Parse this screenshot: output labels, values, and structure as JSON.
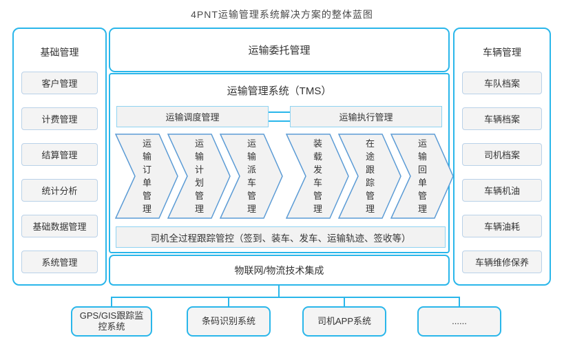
{
  "title": "4PNT运输管理系统解决方案的整体蓝图",
  "colors": {
    "accent": "#29b6ea",
    "chevron_border": "#5b9bd5",
    "box_fill": "#f2f2f2",
    "item_border": "#b9d1e8",
    "light_cyan_border": "#8ed3f2",
    "text": "#333333"
  },
  "left_panel": {
    "heading": "基础管理",
    "items": [
      "客户管理",
      "计费管理",
      "结算管理",
      "统计分析",
      "基础数据管理",
      "系统管理"
    ]
  },
  "right_panel": {
    "heading": "车辆管理",
    "items": [
      "车队档案",
      "车辆档案",
      "司机档案",
      "车辆机油",
      "车辆油耗",
      "车辆维修保养"
    ]
  },
  "center": {
    "commission": "运输委托管理",
    "tms_title": "运输管理系统（TMS）",
    "dispatch": "运输调度管理",
    "execution": "运输执行管理",
    "chevrons": [
      "运输订单管理",
      "运输计划管理",
      "运输派车管理",
      "装载发车管理",
      "在途跟踪管理",
      "运输回单管理"
    ],
    "driver_tracking": "司机全过程跟踪管控（签到、装车、发车、运输轨迹、签收等）",
    "iot": "物联网/物流技术集成"
  },
  "bottom_systems": [
    "GPS/GIS跟踪监控系统",
    "条码识别系统",
    "司机APP系统",
    "......"
  ]
}
